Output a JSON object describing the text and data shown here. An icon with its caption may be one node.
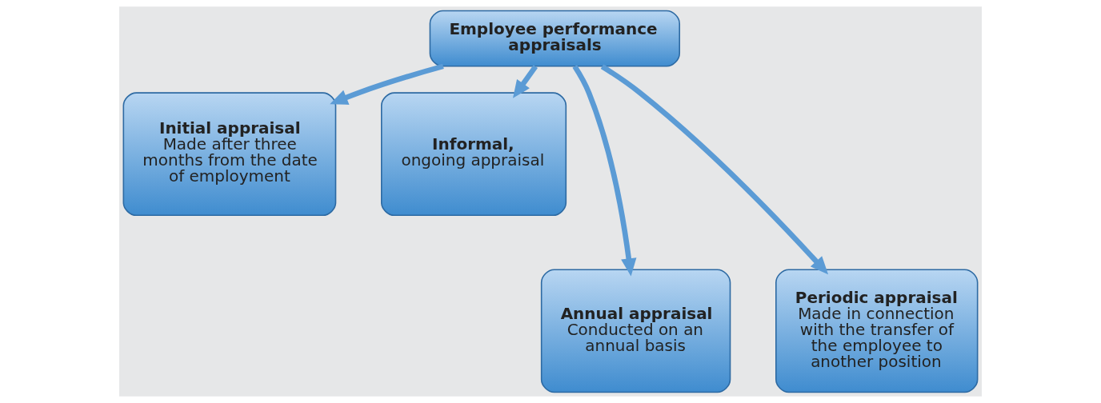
{
  "diagram": {
    "nodes": [
      {
        "text": [
          "Employee performance appraisals"
        ]
      },
      {
        "text": [
          "Initial appraisal",
          "Made after three months from the date of employment"
        ]
      },
      {
        "text": [
          "Informal,",
          "ongoing appraisal"
        ]
      },
      {
        "text": [
          "Annual appraisal",
          "Conducted on an annual basis"
        ]
      },
      {
        "text": [
          "Periodic appraisal",
          "Made in connection with the transfer of the employee to another position"
        ]
      }
    ],
    "edges": [
      {
        "from": 0,
        "to": 1,
        "arrow": "to"
      },
      {
        "from": 0,
        "to": 3,
        "arrow": "to"
      },
      {
        "from": 0,
        "to": 4,
        "arrow": "to"
      },
      {
        "from": 0,
        "to": 2,
        "arrow": "to"
      }
    ]
  }
}
